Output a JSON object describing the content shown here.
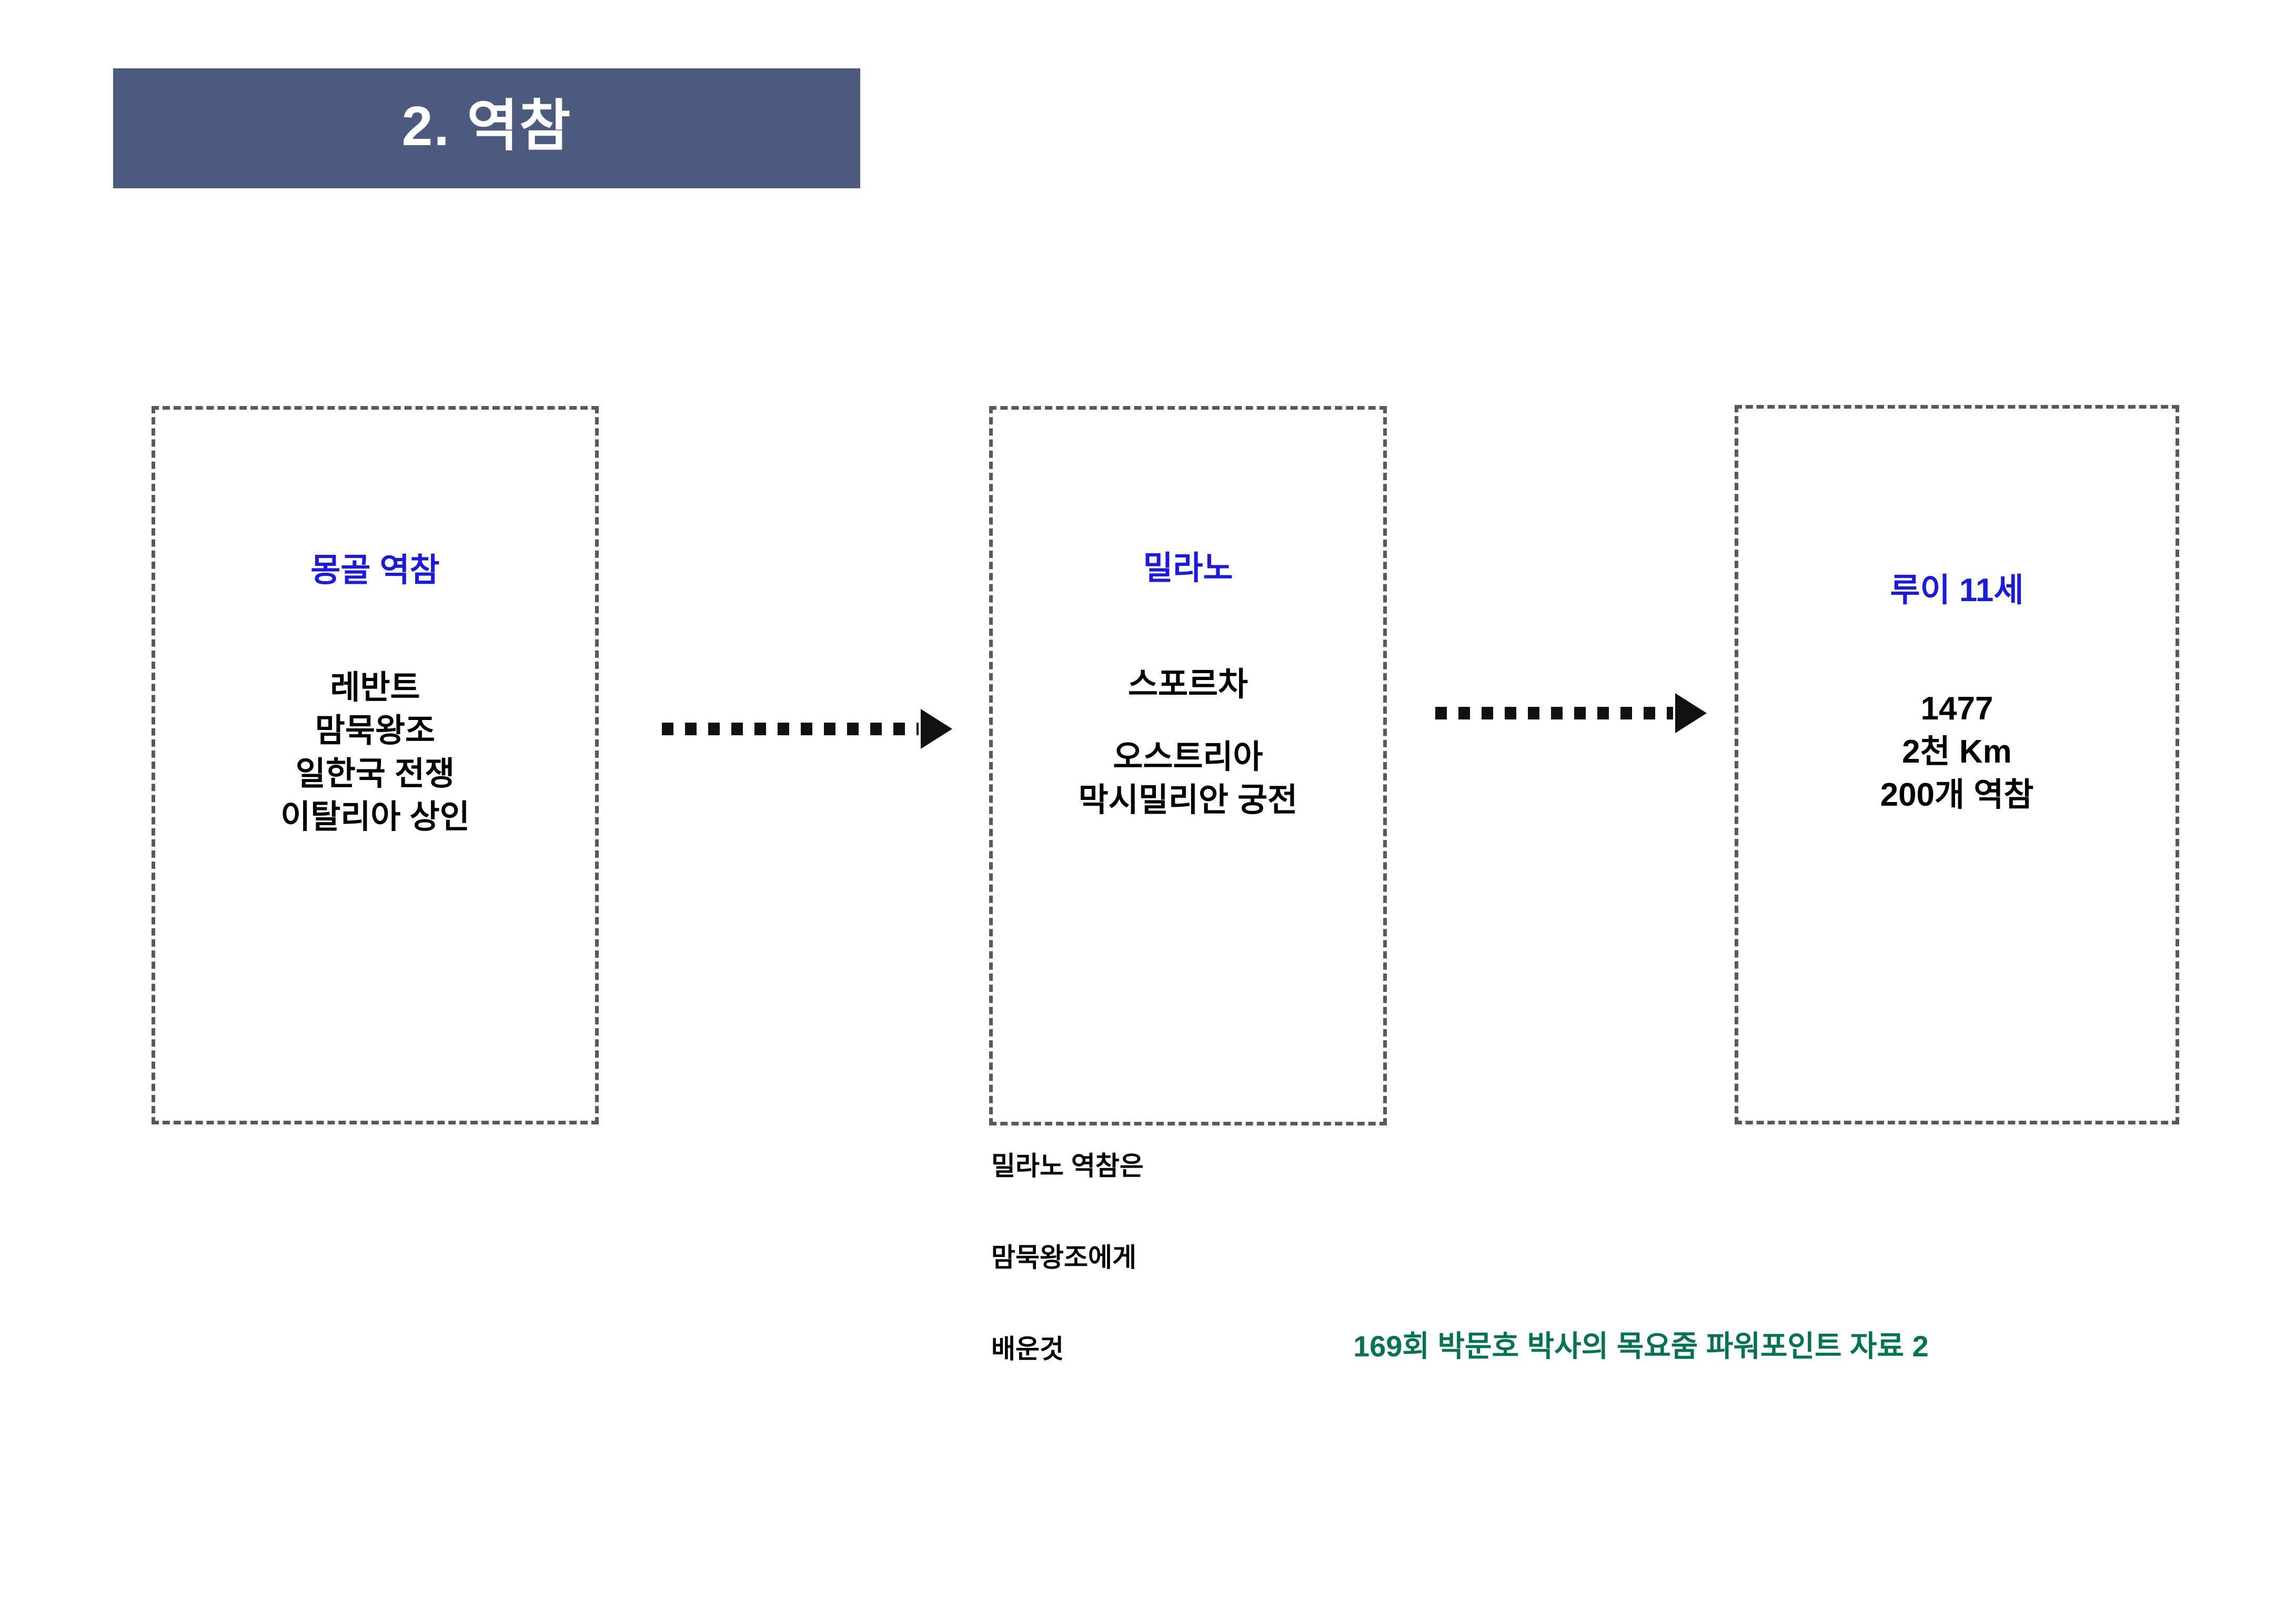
{
  "slide": {
    "background_color": "#ffffff",
    "title": {
      "text": "2. 역참",
      "banner_color": "#4d5a7f",
      "text_color": "#ffffff"
    }
  },
  "diagram": {
    "heading_color": "#1a1ae0",
    "body_color": "#000000",
    "border_color": "#595959",
    "arrow_color": "#111111",
    "boxes": [
      {
        "id": "mongol",
        "heading": "몽골 역참",
        "lines": [
          "레반트",
          "맘묵왕조",
          "일한국 전쟁",
          "이탈리아 상인"
        ]
      },
      {
        "id": "milano",
        "heading": "밀라노",
        "lines": [
          "스포르차",
          "오스트리아",
          "막시밀리안 궁전"
        ]
      },
      {
        "id": "louis",
        "heading": "루이 11세",
        "lines": [
          "1477",
          "2천 Km",
          "200개 역참"
        ]
      }
    ],
    "arrows": [
      {
        "id": "mongol-to-milano",
        "style": "dotted",
        "direction": "right"
      },
      {
        "id": "milano-to-louis",
        "style": "dotted",
        "direction": "right"
      }
    ]
  },
  "caption": {
    "lines": [
      "밀라노 역참은",
      "맘묵왕조에게",
      "배운것"
    ]
  },
  "footer": {
    "credit": "169회 박문호 박사의 목요줌 파워포인트 자료 2",
    "color": "#037352"
  }
}
